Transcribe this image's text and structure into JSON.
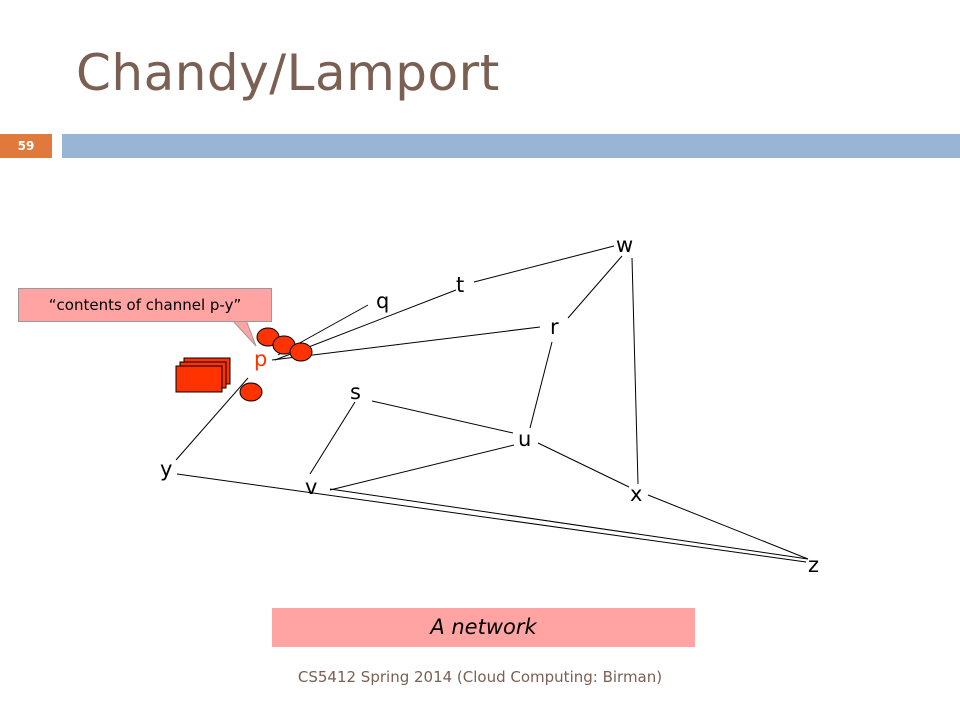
{
  "slide": {
    "title": "Chandy/Lamport",
    "number": "59",
    "footer": "CS5412 Spring 2014 (Cloud Computing: Birman)"
  },
  "diagram": {
    "caption": "A network",
    "callout": "“contents of channel p-y”",
    "nodes": {
      "w": "w",
      "t": "t",
      "q": "q",
      "r": "r",
      "p": "p",
      "s": "s",
      "u": "u",
      "y": "y",
      "v": "v",
      "x": "x",
      "z": "z"
    },
    "colors": {
      "edge": "#000000",
      "message_fill": "#ff3300",
      "message_stroke": "#000000",
      "highlight_node": "#ff3300",
      "callout_fill": "#ffa3a3",
      "caption_fill": "#ffa3a3"
    }
  }
}
